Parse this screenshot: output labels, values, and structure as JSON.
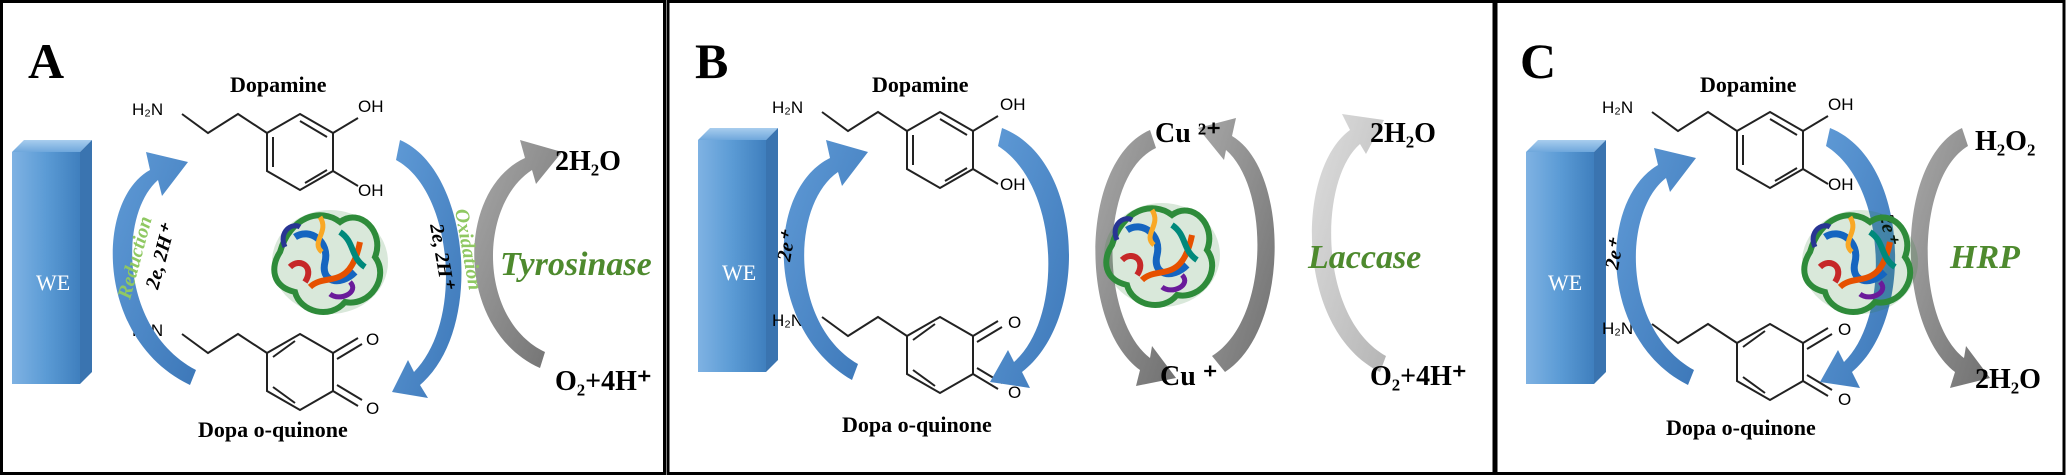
{
  "panels": [
    {
      "letter": "A",
      "dopamine": "Dopamine",
      "quinone": "Dopa o-quinone",
      "electrode": "WE",
      "enzyme": "Tyrosinase",
      "reduction_label": "Reduction",
      "reduction_electrons": "2e, 2H⁺",
      "oxidation_label": "Oxidation",
      "oxidation_electrons": "2e, 2H⁺",
      "product_top": "2H₂O",
      "product_bottom": "O₂+4H⁺"
    },
    {
      "letter": "B",
      "dopamine": "Dopamine",
      "quinone": "Dopa o-quinone",
      "electrode": "WE",
      "enzyme": "Laccase",
      "electron_label": "2e⁺",
      "cu_top": "Cu ²⁺",
      "cu_bottom": "Cu ⁺",
      "product_top": "2H₂O",
      "product_bottom": "O₂+4H⁺"
    },
    {
      "letter": "C",
      "dopamine": "Dopamine",
      "quinone": "Dopa o-quinone",
      "electrode": "WE",
      "enzyme": "HRP",
      "electron_label_left": "2e⁺",
      "electron_label_right": "2e⁺",
      "product_top": "H₂O₂",
      "product_bottom": "2H₂O"
    }
  ],
  "atoms": {
    "amine": "H₂N",
    "hydroxyl": "OH",
    "oxygen": "O"
  },
  "colors": {
    "electrode_fill": "#5b9bd5",
    "blue_arrow": "#4f8ac9",
    "gray_arrow": "#8c8c8c",
    "light_gray_arrow": "#c8c8c8",
    "enzyme_text": "#4e8a2e",
    "label_green": "#8fc862",
    "border": "#000000"
  },
  "icons": {
    "protein": "protein-ribbon-structure-icon"
  }
}
